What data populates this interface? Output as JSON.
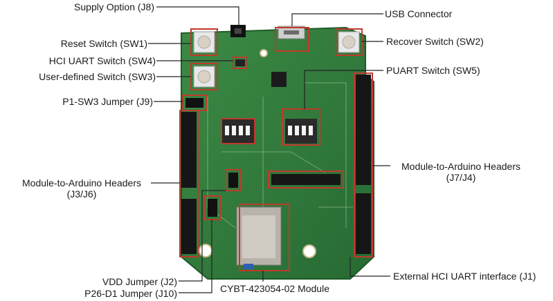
{
  "labels": {
    "supply_option": "Supply Option (J8)",
    "usb_connector": "USB Connector",
    "reset_switch": "Reset Switch (SW1)",
    "recover_switch": "Recover Switch  (SW2)",
    "hci_uart_switch": "HCI UART Switch (SW4)",
    "user_switch": "User-defined Switch (SW3)",
    "puart_switch": "PUART Switch (SW5)",
    "p1_sw3_jumper": "P1-SW3 Jumper (J9)",
    "arduino_left_line1": "Module-to-Arduino Headers",
    "arduino_left_line2": "(J3/J6)",
    "arduino_right_line1": "Module-to-Arduino Headers",
    "arduino_right_line2": "(J7/J4)",
    "vdd_jumper": "VDD Jumper (J2)",
    "p26_jumper": "P26-D1 Jumper (J10)",
    "module": "CYBT-423054-02 Module",
    "ext_hci": "External HCI UART interface (J1)"
  },
  "colors": {
    "pcb": "#2f7a3c",
    "highlight": "#c0392b",
    "header": "#161616",
    "line": "#222222"
  }
}
